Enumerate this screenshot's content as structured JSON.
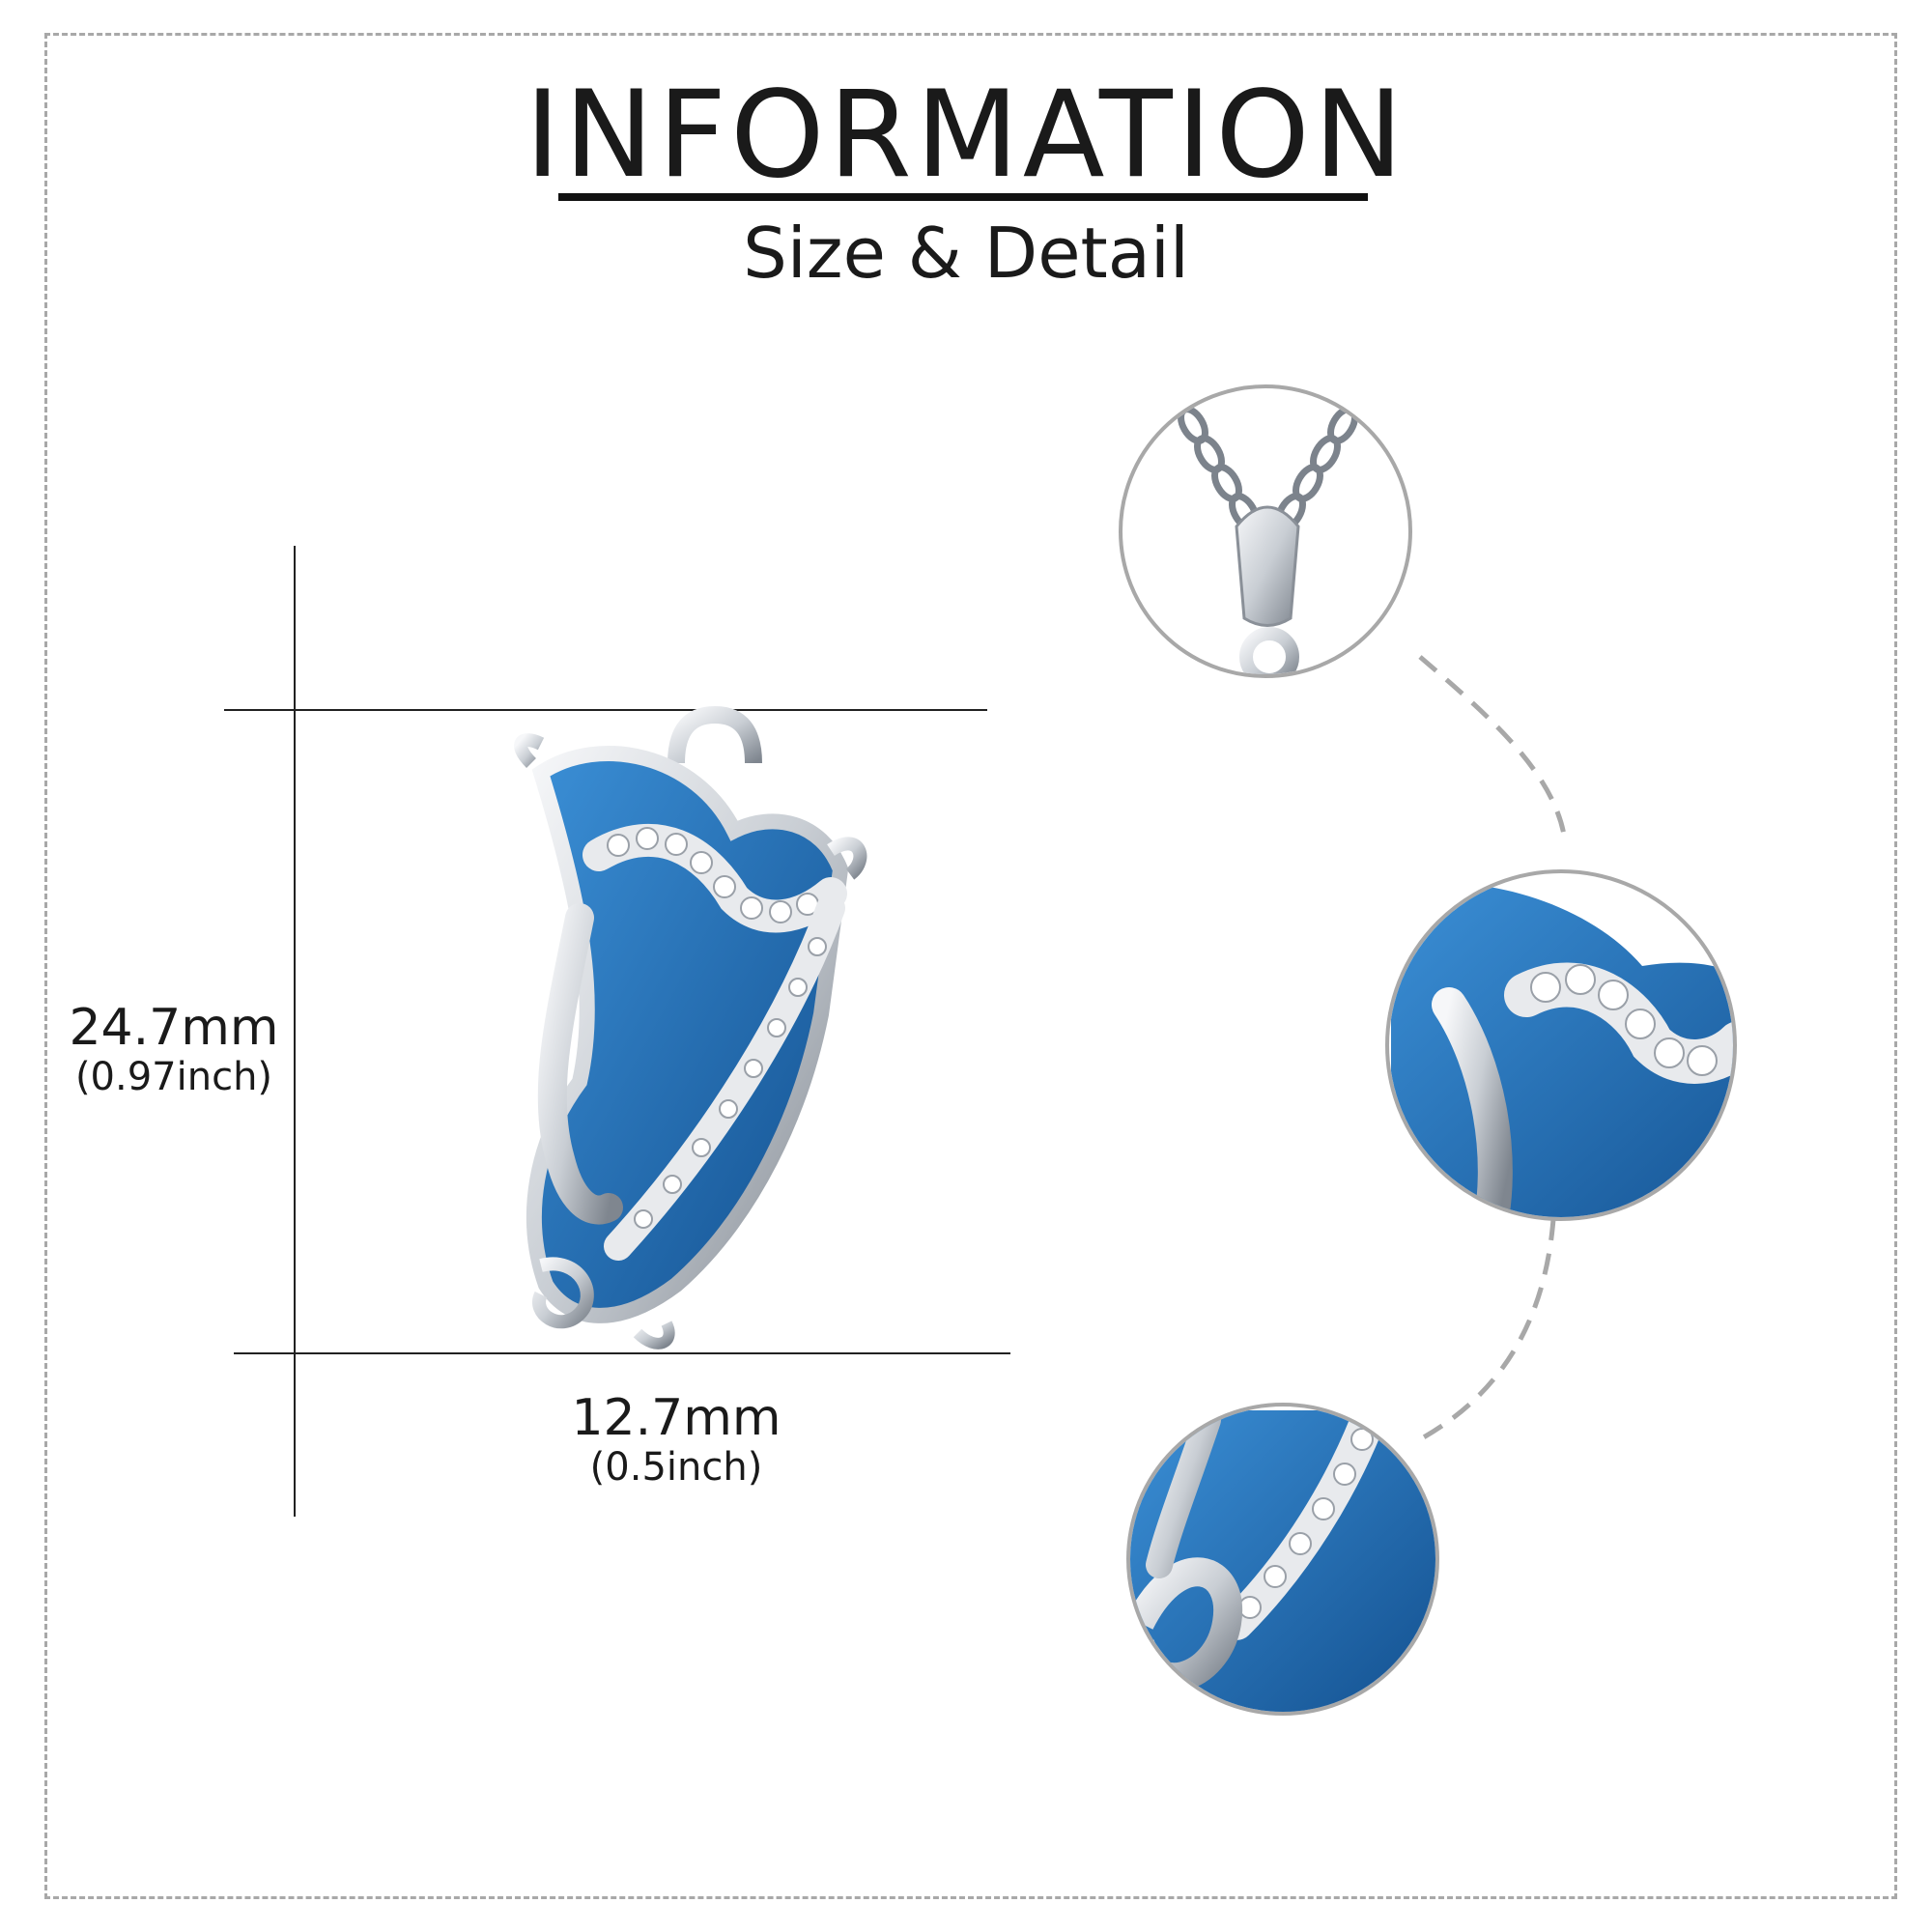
{
  "header": {
    "title": "INFORMATION",
    "subtitle": "Size & Detail"
  },
  "dimensions": {
    "height": {
      "value": "24.7mm",
      "inch": "(0.97inch)"
    },
    "width": {
      "value": "12.7mm",
      "inch": "(0.5inch)"
    }
  },
  "colors": {
    "enamel_blue": "#1f6fb8",
    "silver": "#d9dde2",
    "silver_dark": "#8c939c",
    "zircon": "#f4f6f8",
    "guide_line": "#222222",
    "dashed": "#a8a8a8"
  },
  "detail_views": [
    "bail-chain-closeup",
    "top-arch-closeup",
    "bottom-scroll-closeup"
  ]
}
